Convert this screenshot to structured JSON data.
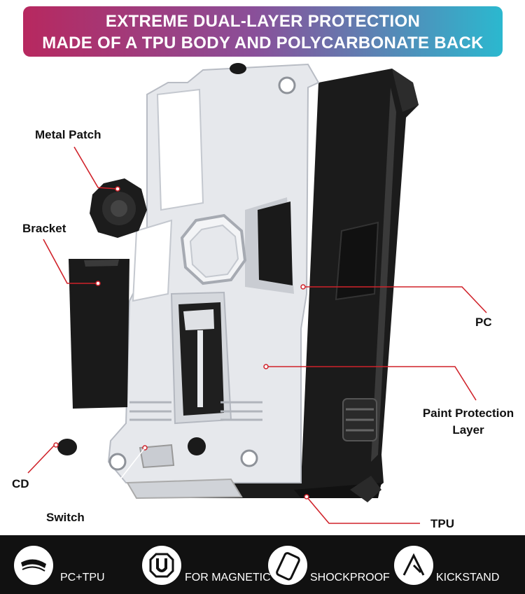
{
  "banner": {
    "line1": "EXTREME DUAL-LAYER PROTECTION",
    "line2": "MADE OF A TPU BODY AND POLYCARBONATE BACK"
  },
  "callouts": {
    "metal_patch": "Metal Patch",
    "bracket": "Bracket",
    "pc": "PC",
    "paint_protection_line1": "Paint Protection",
    "paint_protection_line2": "Layer",
    "cd": "CD",
    "switch": "Switch",
    "tpu": "TPU"
  },
  "features": [
    {
      "label": "PC+TPU",
      "icon": "case-curve-icon"
    },
    {
      "label": "FOR MAGNETIC",
      "icon": "magnet-icon"
    },
    {
      "label": "SHOCKPROOF",
      "icon": "shockproof-phone-icon"
    },
    {
      "label": "KICKSTAND",
      "icon": "kickstand-icon"
    }
  ],
  "colors": {
    "banner_start": "#b7285f",
    "banner_end": "#2bb8cf",
    "callout_line": "#d0222a",
    "case_silver": "#e4e6ea",
    "case_black": "#1a1a1a"
  }
}
